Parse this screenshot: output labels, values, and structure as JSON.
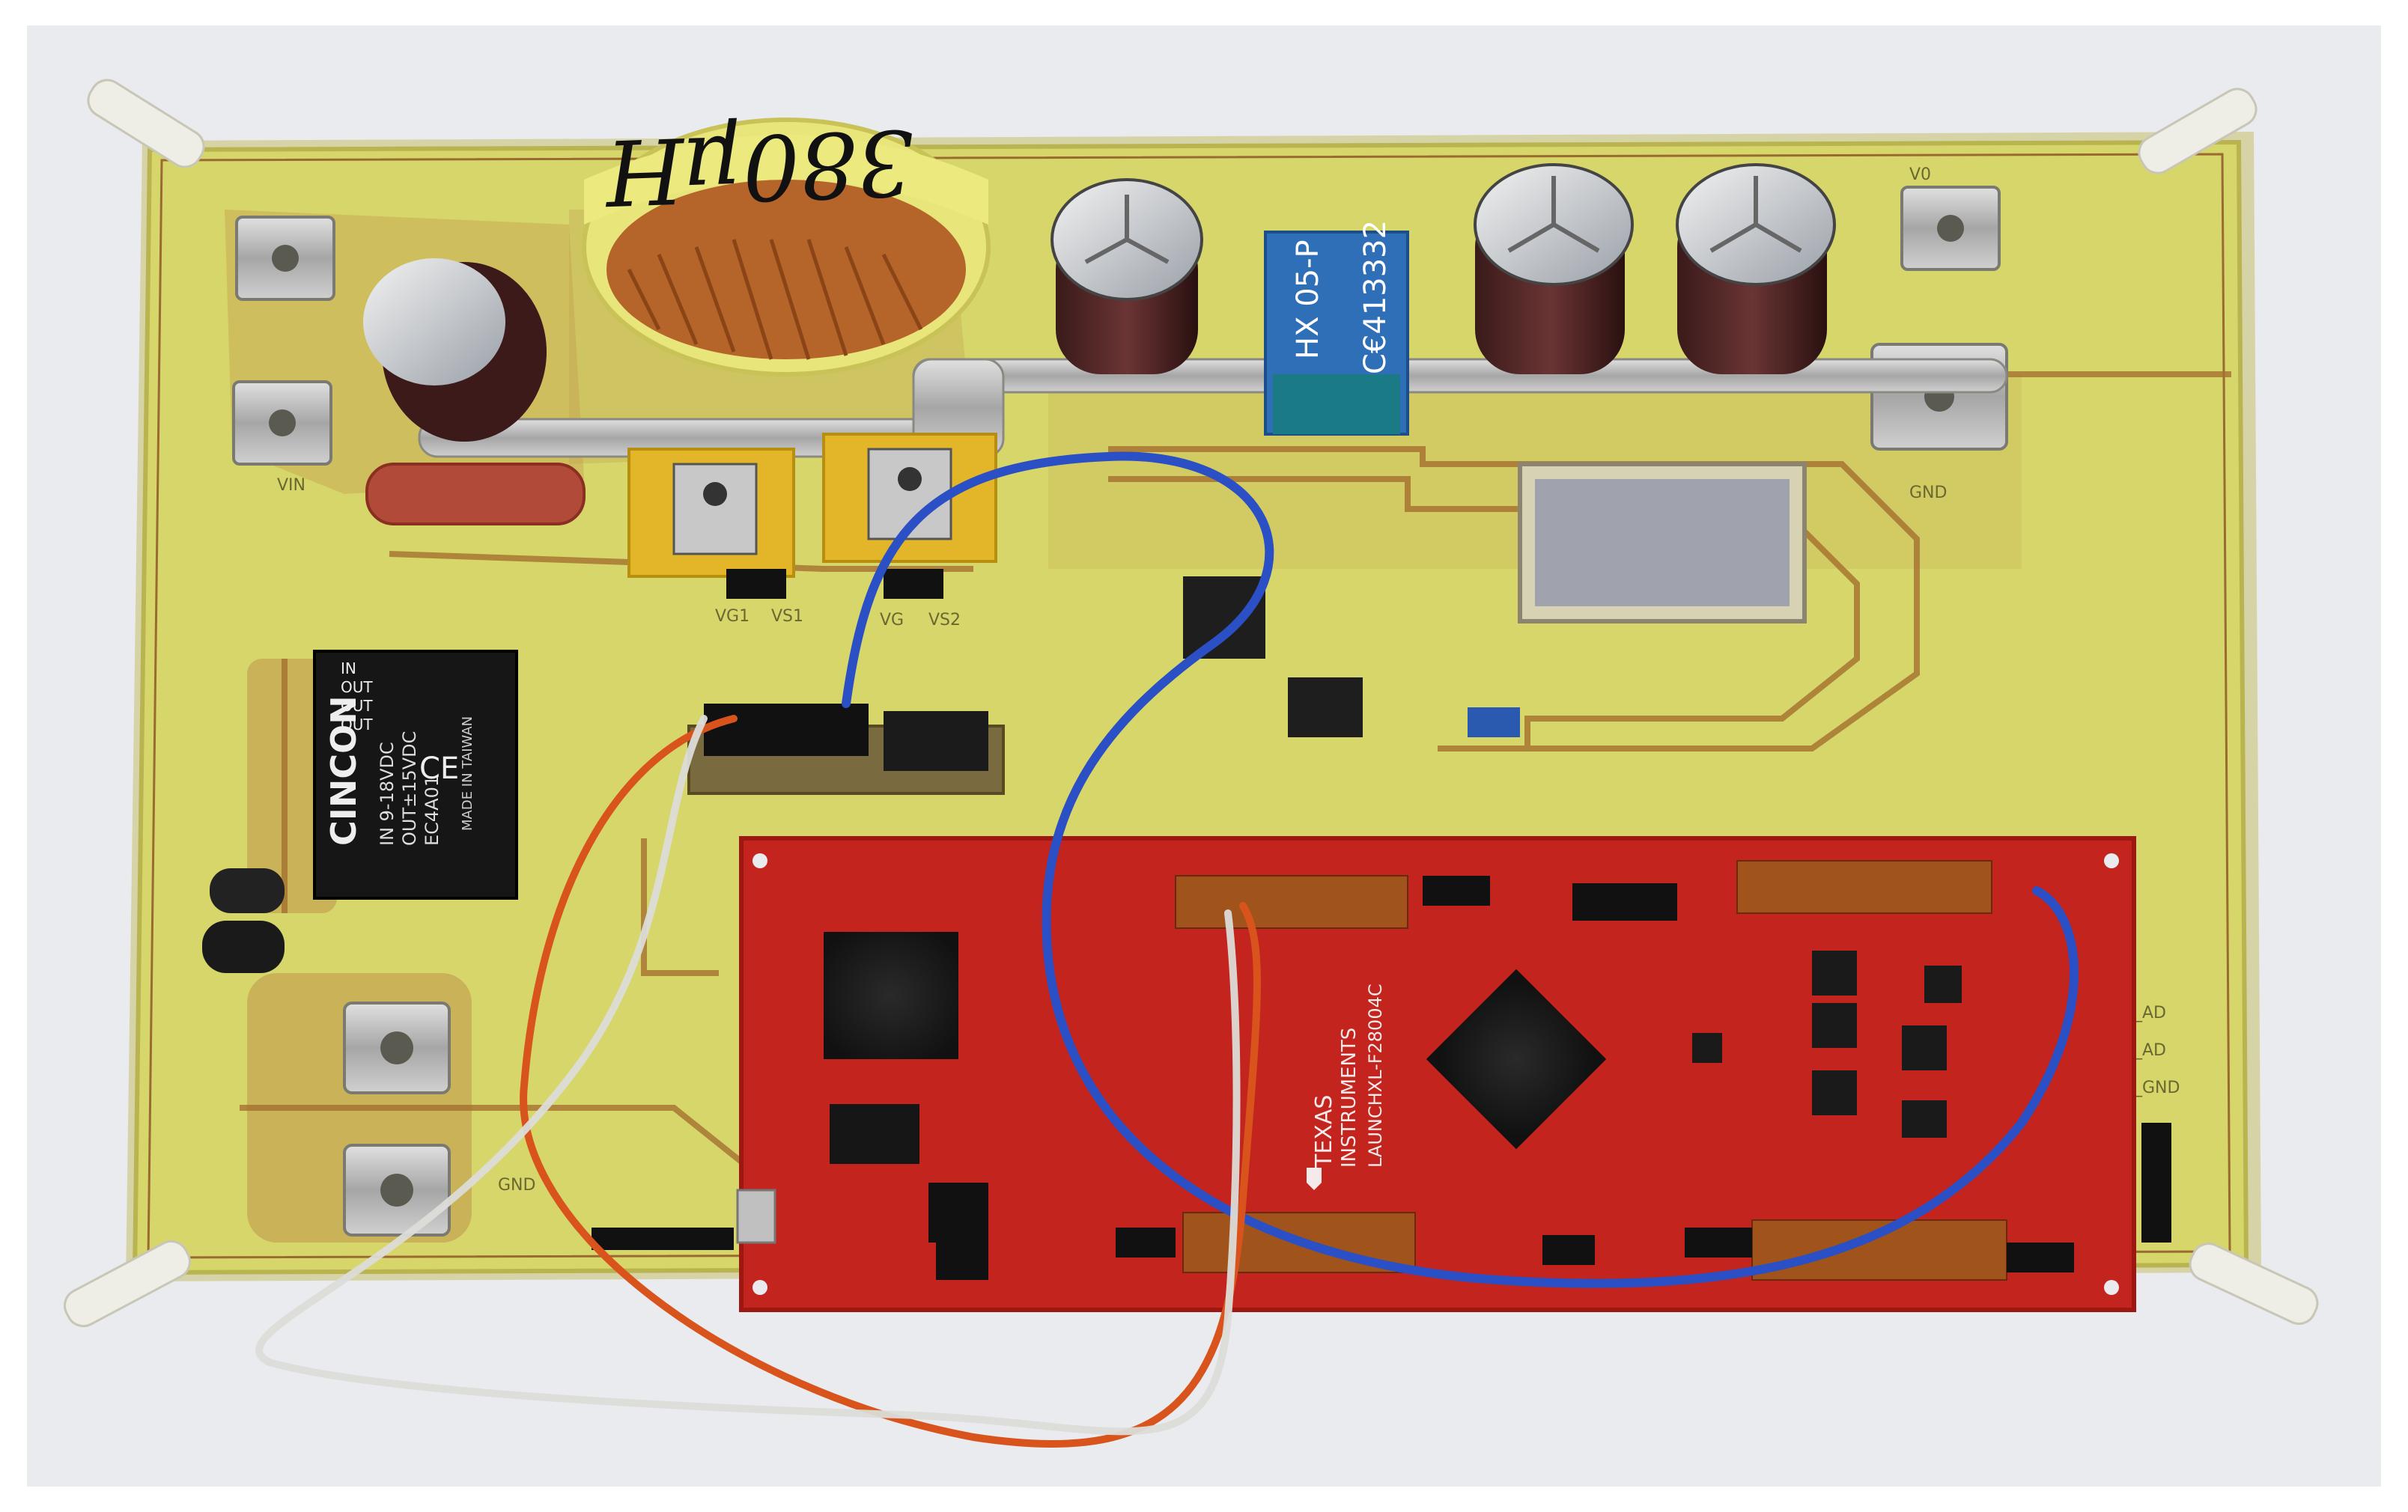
{
  "image": {
    "colors": {
      "background": "#e9ebee",
      "pcb_main": "#d6d66a",
      "pcb_trace": "#a4702e",
      "launchpad": "#c4241e",
      "wire_blue": "#2b4fc4",
      "wire_orange": "#d8541c",
      "wire_white": "#dcdcd8"
    },
    "inductor_label": "380μH",
    "current_sensor": {
      "model": "HX 05-P",
      "mark": "C€413332"
    },
    "dcdc_module": {
      "brand": "CINCON",
      "pins": [
        "IN",
        "OUT",
        "OUT",
        "OUT"
      ],
      "specs": [
        "IN 9-18VDC",
        "OUT±15VDC",
        "EC4A01"
      ],
      "origin": "MADE IN TAIWAN"
    },
    "launchpad": {
      "brand_line1": "TEXAS",
      "brand_line2": "INSTRUMENTS",
      "model": "LAUNCHXL-F28004C"
    },
    "silk": {
      "vg1": "VG1",
      "vs1": "VS1",
      "vg2": "VG",
      "vs2": "VS2",
      "v0": "V0",
      "gnd_top": "GND",
      "gnd_bottom": "GND",
      "vin": "VIN",
      "rail1": "_AD",
      "rail2": "_AD",
      "rail3": "_GND"
    }
  }
}
